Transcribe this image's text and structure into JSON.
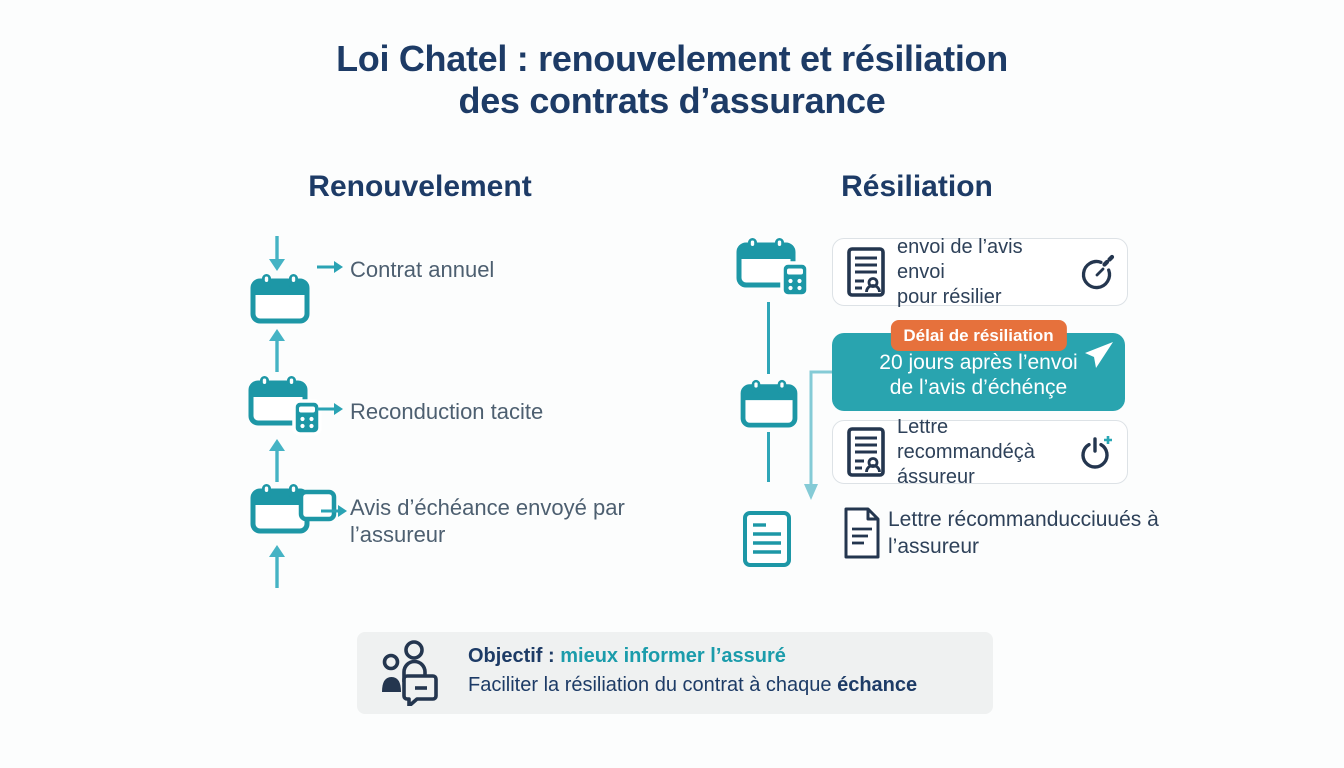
{
  "title": {
    "line1": "Loi Chatel : renouvelement et résiliation",
    "line2": "des contrats d’assurance"
  },
  "renouvellement": {
    "header": "Renouvelement",
    "item1": "Contrat annuel",
    "item2": "Reconduction tacite",
    "item3_line1": "Avis d’échéance envoyé par",
    "item3_line2": "l’assureur"
  },
  "resiliation": {
    "header": "Résiliation",
    "card1_line1": "envoi de l’avis envoi",
    "card1_line2": "pour résilier",
    "banner_badge": "Délai de résiliation",
    "banner_line1": "20 jours après l’envoi",
    "banner_line2": "de l’avis d’échénçe",
    "card2_line1": "Lettre recommandéçà",
    "card2_line2": "ássureur",
    "item4_line1": "Lettre récommanducciuués à",
    "item4_line2": "l’assureur"
  },
  "footer": {
    "objectif_label": "Objectif :",
    "objectif_highlight": "mieux informer l’assuré",
    "line2_text": "Faciliter la résiliation du contrat à chaque ",
    "line2_bold": "échance"
  },
  "icons": {
    "calendar-icon": "calendar with rings (svg shape)",
    "calculator-badge-icon": "small calculator on calendar (svg shape)",
    "note-badge-icon": "small note attached to calendar (svg shape)",
    "registered-letter-icon": "document with lines and person (svg shape)",
    "pencil-circle-icon": "open circle with pencil strokes (svg shape)",
    "power-plus-icon": "power symbol with plus (svg shape)",
    "cursor-arrow-icon": "white NE cursor arrow (svg shape)",
    "document-icon": "teal document with lines (svg shape)",
    "page-icon": "page with folded corner (svg shape)",
    "people-chat-icon": "two people with speech bubble (svg shape)",
    "down-arrow-icon": "↓",
    "up-arrow-icon": "↑",
    "right-arrow-icon": "→"
  },
  "colors": {
    "navy": "#1d3b66",
    "text-navy": "#2e4159",
    "text-gray": "#4d5f70",
    "teal": "#1d97a6",
    "teal-light": "#45b3c4",
    "banner-teal": "#29a4af",
    "orange": "#e6713c",
    "card-border": "#dde2e6",
    "bar-bg": "#eff1f1",
    "icon-navy": "#24364f",
    "connector": "#85cbd6",
    "bg": "#fcfdfd"
  }
}
